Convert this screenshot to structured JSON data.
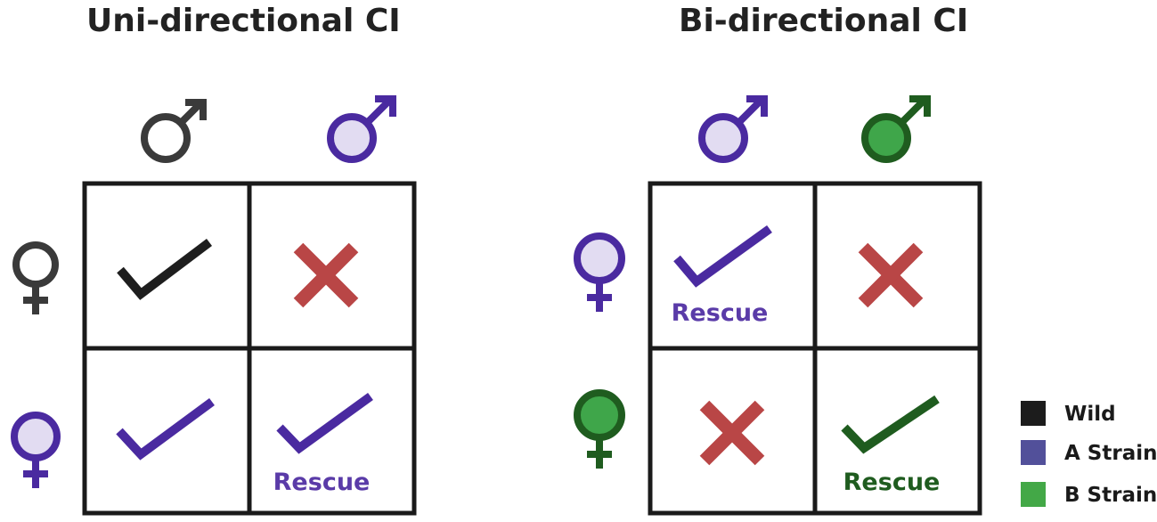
{
  "colors": {
    "wild": "#3a3a3a",
    "wild_check": "#1e1e1e",
    "a_strain_stroke": "#4a2aa0",
    "a_strain_fill": "#e2dcf2",
    "b_strain_stroke": "#1f5c1f",
    "b_strain_fill": "#3fa64a",
    "cross": "#b94646",
    "grid": "#1a1a1a",
    "legend_wild": "#1c1c1c",
    "legend_a": "#52509a",
    "legend_b": "#43a847"
  },
  "panels": [
    {
      "title": "Uni-directional CI",
      "male_symbols": [
        "wild",
        "a_strain"
      ],
      "female_symbols": [
        "wild",
        "a_strain"
      ],
      "cells": [
        {
          "mark": "check",
          "strain": "wild",
          "label": ""
        },
        {
          "mark": "cross",
          "strain": "",
          "label": ""
        },
        {
          "mark": "check",
          "strain": "a_strain",
          "label": ""
        },
        {
          "mark": "check",
          "strain": "a_strain",
          "label": "Rescue"
        }
      ]
    },
    {
      "title": "Bi-directional CI",
      "male_symbols": [
        "a_strain",
        "b_strain"
      ],
      "female_symbols": [
        "a_strain",
        "b_strain"
      ],
      "cells": [
        {
          "mark": "check",
          "strain": "a_strain",
          "label": "Rescue"
        },
        {
          "mark": "cross",
          "strain": "",
          "label": ""
        },
        {
          "mark": "cross",
          "strain": "",
          "label": ""
        },
        {
          "mark": "check",
          "strain": "b_strain",
          "label": "Rescue"
        }
      ]
    }
  ],
  "legend": [
    {
      "label": "Wild",
      "color_key": "legend_wild"
    },
    {
      "label": "A Strain",
      "color_key": "legend_a"
    },
    {
      "label": "B Strain",
      "color_key": "legend_b"
    }
  ]
}
